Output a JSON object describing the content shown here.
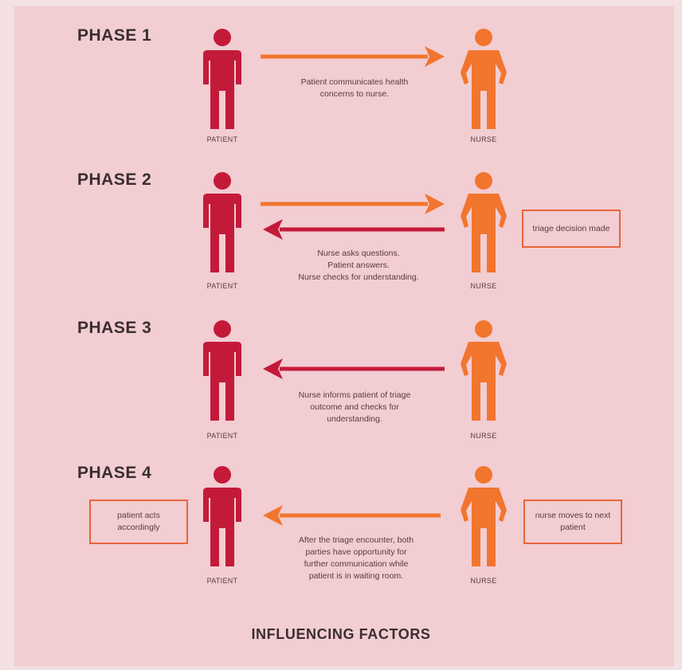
{
  "colors": {
    "patient": "#c41a3a",
    "nurse": "#f2752e",
    "background": "#f2cdd2"
  },
  "phases": [
    {
      "title": "PHASE 1",
      "patient_label": "PATIENT",
      "nurse_label": "NURSE",
      "caption_lines": [
        "Patient communicates health",
        "concerns to nurse."
      ]
    },
    {
      "title": "PHASE 2",
      "patient_label": "PATIENT",
      "nurse_label": "NURSE",
      "caption_lines": [
        "Nurse asks questions.",
        "Patient answers.",
        "Nurse checks for understanding."
      ],
      "right_box": "triage decision made"
    },
    {
      "title": "PHASE 3",
      "patient_label": "PATIENT",
      "nurse_label": "NURSE",
      "caption_lines": [
        "Nurse informs patient of triage",
        "outcome and checks for",
        "understanding."
      ]
    },
    {
      "title": "PHASE 4",
      "patient_label": "PATIENT",
      "nurse_label": "NURSE",
      "caption_lines": [
        "After the triage encounter, both",
        "parties have opportunity for",
        "further communication while",
        "patient is in waiting room."
      ],
      "left_box": "patient acts accordingly",
      "right_box": "nurse moves to next patient"
    }
  ],
  "footer": "INFLUENCING FACTORS"
}
